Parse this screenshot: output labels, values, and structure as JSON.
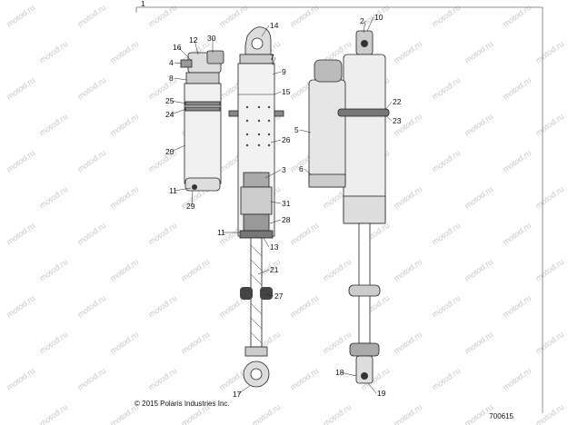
{
  "watermark": "motod.ru",
  "copyright": "© 2015 Polaris Industries Inc.",
  "figure_code": "700615",
  "callouts": [
    "1",
    "2",
    "10",
    "14",
    "7",
    "9",
    "16",
    "12",
    "30",
    "4",
    "8",
    "25",
    "24",
    "20",
    "11",
    "29",
    "15",
    "26",
    "3",
    "31",
    "28",
    "11",
    "13",
    "21",
    "27",
    "17",
    "5",
    "6",
    "22",
    "23",
    "18",
    "19"
  ],
  "colors": {
    "line": "#222222",
    "body": "#eeeeee",
    "shade": "#cccccc",
    "dark": "#333333",
    "watermark": "#c9c9c9"
  }
}
